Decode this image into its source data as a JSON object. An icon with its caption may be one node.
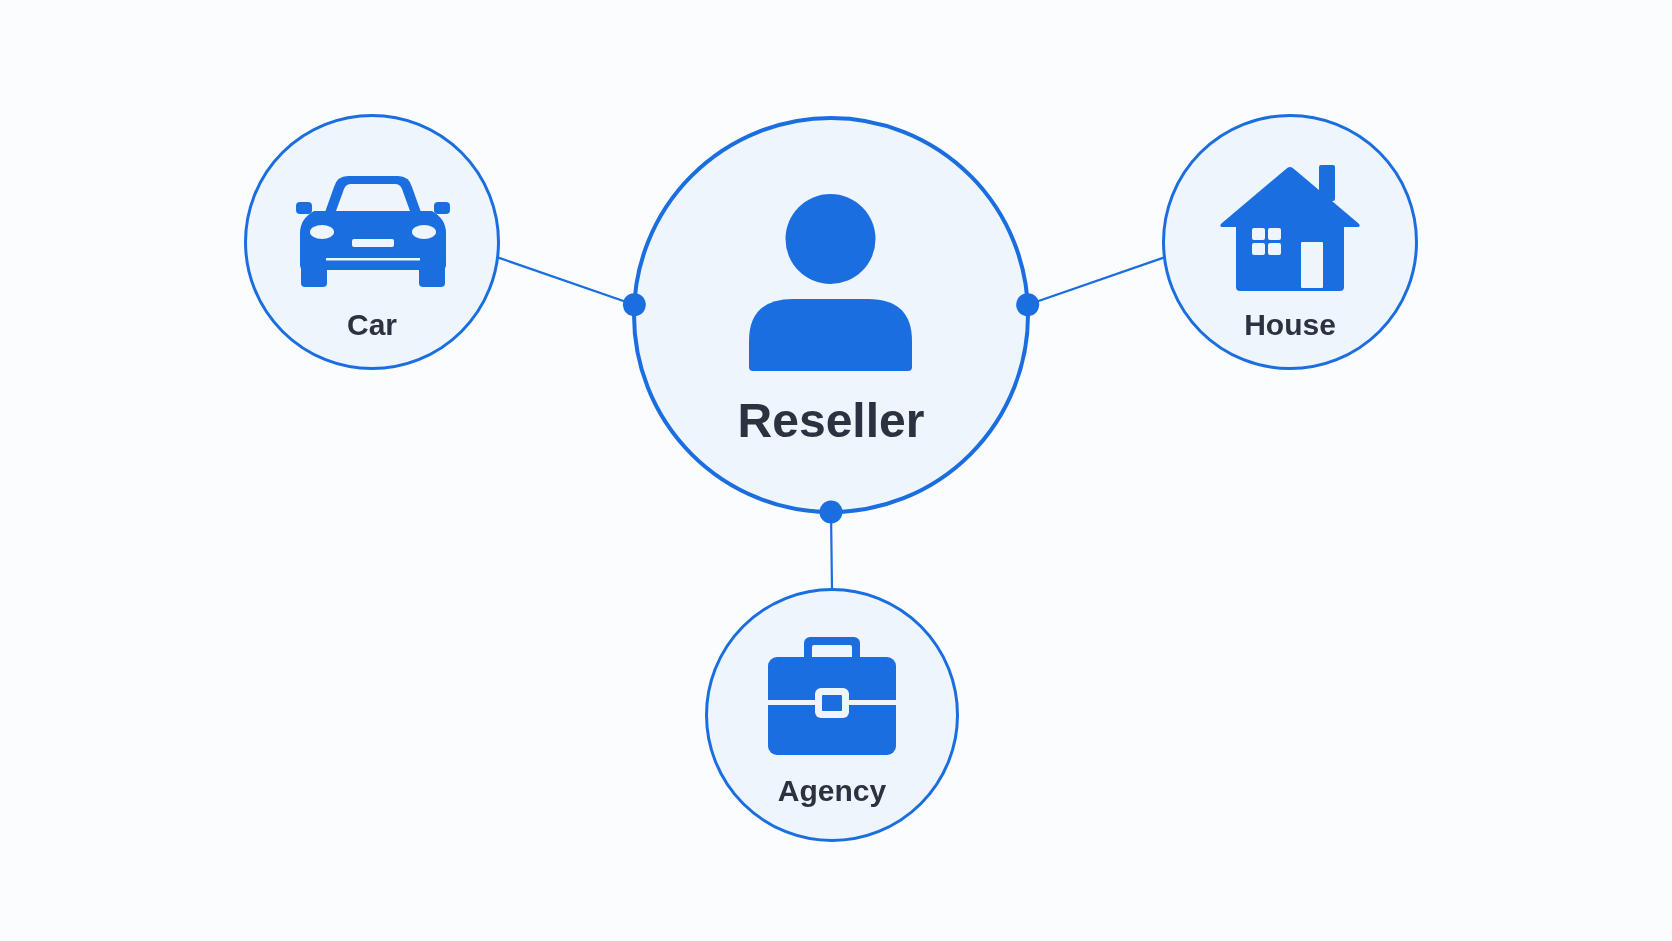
{
  "diagram": {
    "nodes": [
      {
        "text": [
          "Car"
        ]
      },
      {
        "text": [
          "Reseller"
        ]
      },
      {
        "text": [
          "House"
        ]
      },
      {
        "text": [
          "Agency"
        ]
      }
    ],
    "edges": [
      {
        "from": 1,
        "to": 0,
        "arrow": "other"
      },
      {
        "from": 1,
        "to": 2,
        "arrow": "other"
      },
      {
        "from": 1,
        "to": 3,
        "arrow": "other"
      }
    ]
  }
}
